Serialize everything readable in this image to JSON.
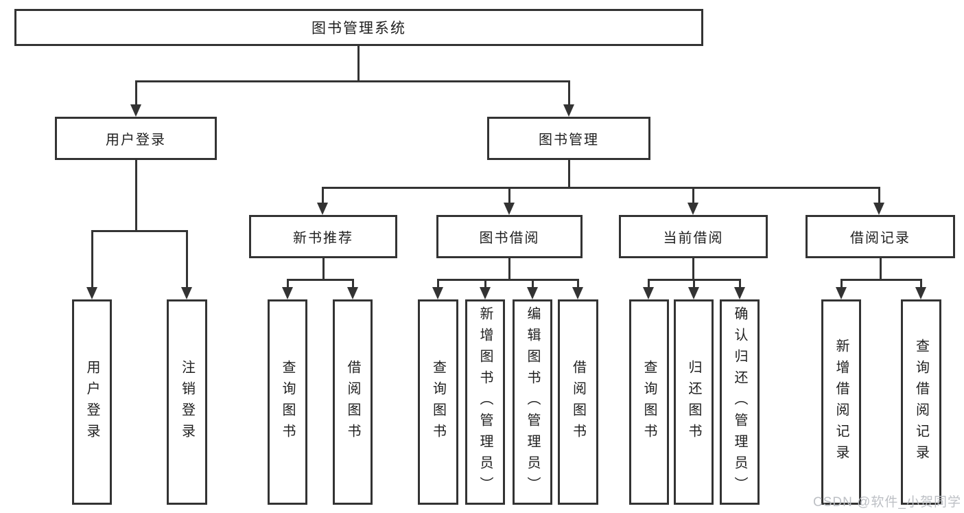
{
  "diagram": {
    "root": {
      "label": "图书管理系统"
    },
    "branches": [
      {
        "label": "用户登录",
        "children": [
          {
            "label": "用户登录"
          },
          {
            "label": "注销登录"
          }
        ]
      },
      {
        "label": "图书管理",
        "children": [
          {
            "label": "新书推荐",
            "children": [
              {
                "label": "查询图书"
              },
              {
                "label": "借阅图书"
              }
            ]
          },
          {
            "label": "图书借阅",
            "children": [
              {
                "label": "查询图书"
              },
              {
                "label": "新增图书（管理员）"
              },
              {
                "label": "编辑图书（管理员）"
              },
              {
                "label": "借阅图书"
              }
            ]
          },
          {
            "label": "当前借阅",
            "children": [
              {
                "label": "查询图书"
              },
              {
                "label": "归还图书"
              },
              {
                "label": "确认归还（管理员）"
              }
            ]
          },
          {
            "label": "借阅记录",
            "children": [
              {
                "label": "新增借阅记录"
              },
              {
                "label": "查询借阅记录"
              }
            ]
          }
        ]
      }
    ]
  },
  "colors": {
    "line": "#333333",
    "text": "#1f1f1f",
    "watermark": "#b9bdc2"
  },
  "watermark": "CSDN @软件_小贺同学"
}
